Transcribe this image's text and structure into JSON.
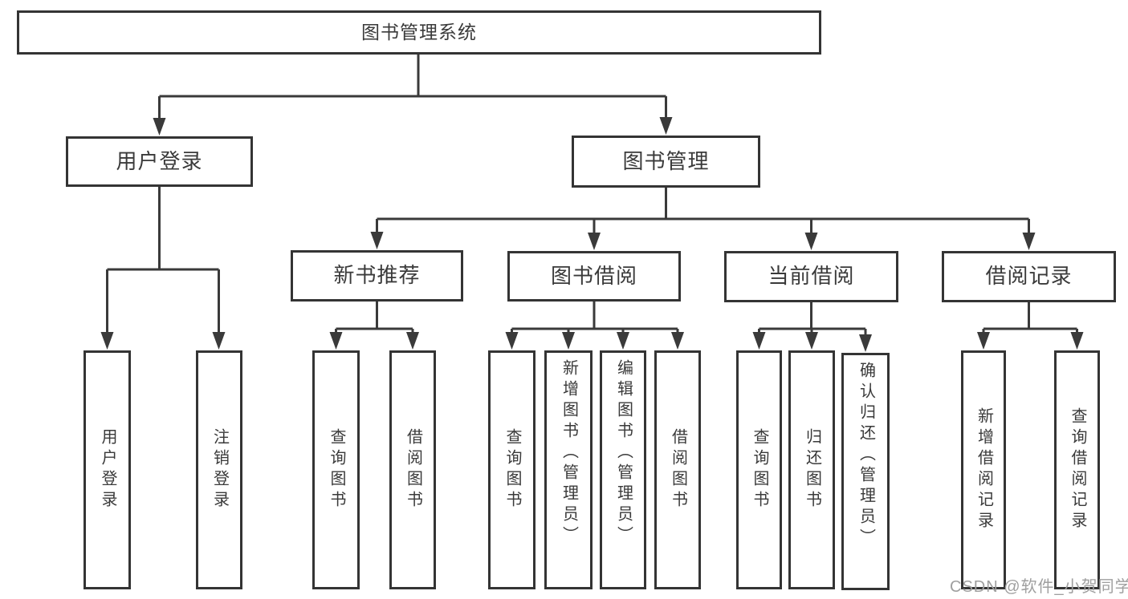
{
  "tree": {
    "root": {
      "label": "图书管理系统"
    },
    "branches": [
      {
        "label": "用户登录",
        "children": [
          {
            "label": "用户登录"
          },
          {
            "label": "注销登录"
          }
        ]
      },
      {
        "label": "图书管理",
        "children": [
          {
            "label": "新书推荐",
            "children": [
              {
                "label": "查询图书"
              },
              {
                "label": "借阅图书"
              }
            ]
          },
          {
            "label": "图书借阅",
            "children": [
              {
                "label": "查询图书"
              },
              {
                "label": "新增图书（管理员）"
              },
              {
                "label": "编辑图书（管理员）"
              },
              {
                "label": "借阅图书"
              }
            ]
          },
          {
            "label": "当前借阅",
            "children": [
              {
                "label": "查询图书"
              },
              {
                "label": "归还图书"
              },
              {
                "label": "确认归还（管理员）"
              }
            ]
          },
          {
            "label": "借阅记录",
            "children": [
              {
                "label": "新增借阅记录"
              },
              {
                "label": "查询借阅记录"
              }
            ]
          }
        ]
      }
    ]
  },
  "watermark": "CSDN @软件_小贺同学",
  "colors": {
    "line": "#3a3a3a",
    "box_border": "#343434",
    "box_fill": "#ffffff",
    "text": "#3a3a3a",
    "watermark": "#9f9f9f"
  }
}
